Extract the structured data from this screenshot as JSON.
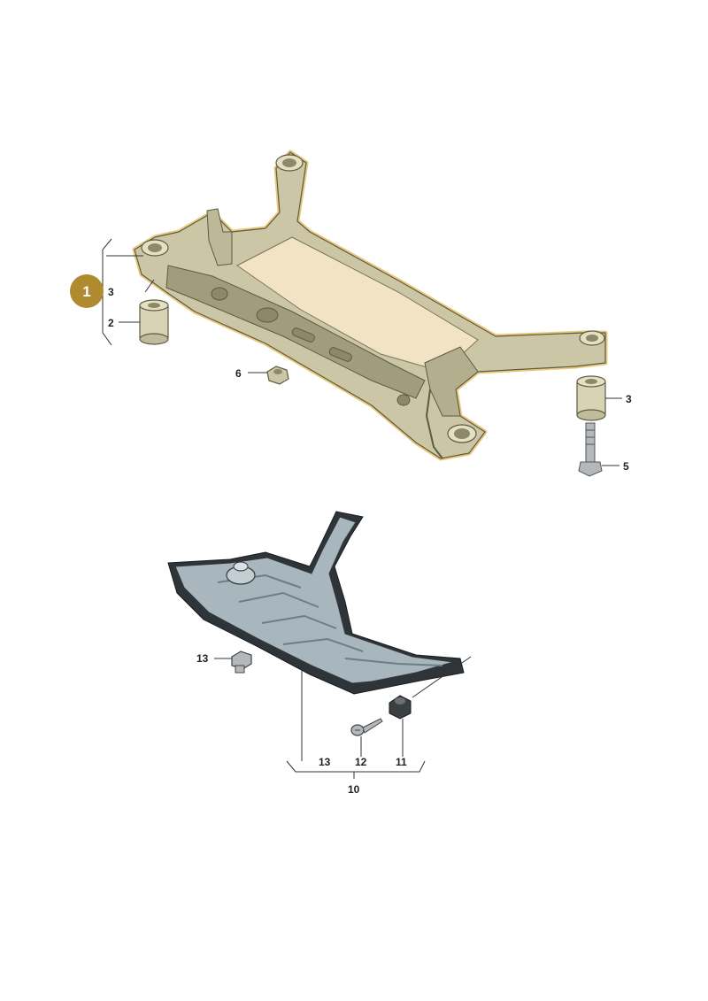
{
  "badge": {
    "label": "1",
    "color": "#b08a2e"
  },
  "callouts": {
    "c_3_left": "3",
    "c_2": "2",
    "c_6": "6",
    "c_3_right": "3",
    "c_5": "5",
    "c_13_top": "13",
    "c_13_bottom": "13",
    "c_12": "12",
    "c_11": "11",
    "c_10": "10"
  },
  "colors": {
    "subframe": "#cbc7a6",
    "subframe_dark": "#a19c7c",
    "highlight": "#e8c97a",
    "panel_floor": "#f2e3c4",
    "shield": "#a8b6bd",
    "shield_dark": "#2e3438",
    "fastener": "#b4b8ba"
  }
}
